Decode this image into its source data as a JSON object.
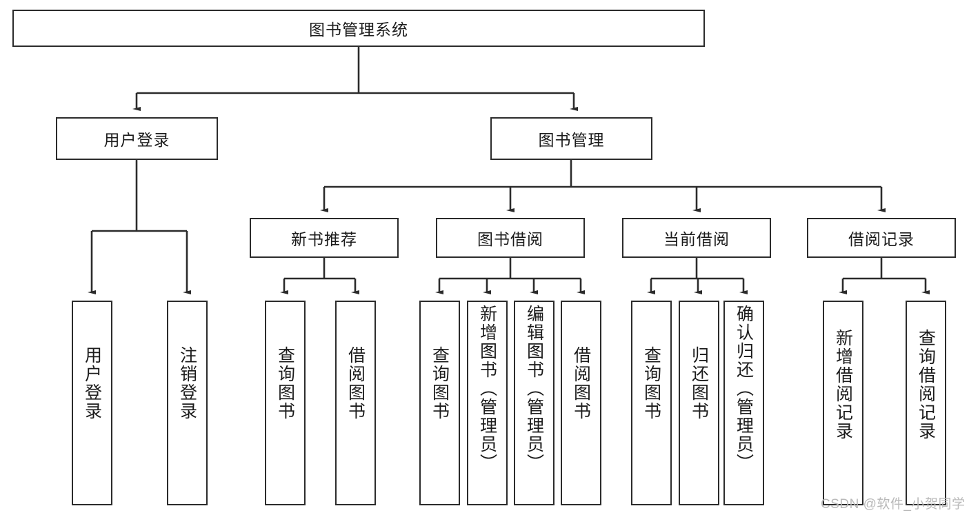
{
  "diagram": {
    "title": "图书管理系统",
    "type": "hierarchy-tree",
    "colors": {
      "box_border": "#2b2b2b",
      "box_fill": "#ffffff",
      "connector": "#2b2b2b",
      "text": "#1c1c1c",
      "watermark": "#b9b9b9",
      "background": "#ffffff"
    },
    "levels": {
      "root": {
        "label": "图书管理系统"
      },
      "level2": [
        {
          "label": "用户登录"
        },
        {
          "label": "图书管理"
        }
      ],
      "level3": [
        {
          "label": "新书推荐"
        },
        {
          "label": "图书借阅"
        },
        {
          "label": "当前借阅"
        },
        {
          "label": "借阅记录"
        }
      ],
      "leaves": {
        "user_login": [
          {
            "label": "用户登录"
          },
          {
            "label": "注销登录"
          }
        ],
        "new_book_recommend": [
          {
            "label": "查询图书"
          },
          {
            "label": "借阅图书"
          }
        ],
        "book_borrow": [
          {
            "label": "查询图书"
          },
          {
            "label": "新增图书（管理员）"
          },
          {
            "label": "编辑图书（管理员）"
          },
          {
            "label": "借阅图书"
          }
        ],
        "current_borrow": [
          {
            "label": "查询图书"
          },
          {
            "label": "归还图书"
          },
          {
            "label": "确认归还（管理员）"
          }
        ],
        "borrow_record": [
          {
            "label": "新增借阅记录"
          },
          {
            "label": "查询借阅记录"
          }
        ]
      }
    },
    "watermark": "CSDN @软件_小贺同学"
  }
}
